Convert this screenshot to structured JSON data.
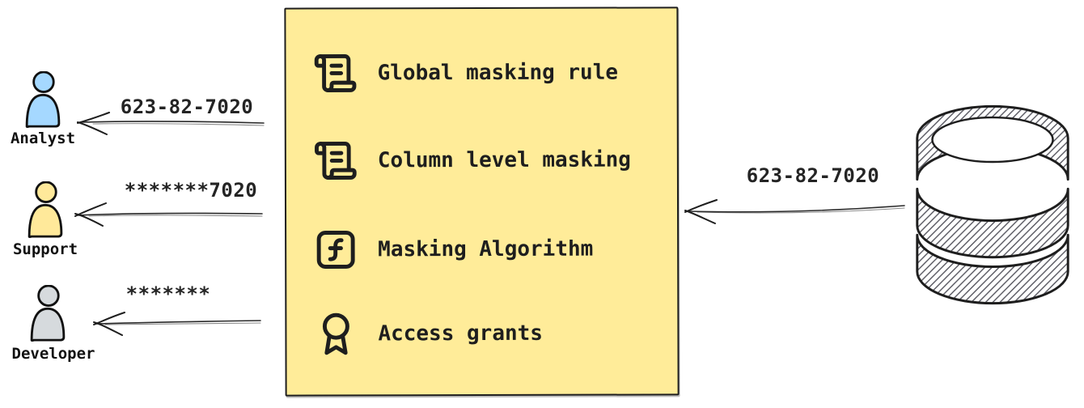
{
  "colors": {
    "box_fill": "#ffec99",
    "stroke": "#1e1e1e",
    "analyst_fill": "#a5d8ff",
    "support_fill": "#ffe99a",
    "developer_fill": "#d6dadd"
  },
  "actors": [
    {
      "name": "Analyst",
      "icon": "person-icon",
      "fill": "#a5d8ff",
      "masked_value": "623-82-7020"
    },
    {
      "name": "Support",
      "icon": "person-icon",
      "fill": "#ffe99a",
      "masked_value": "*******7020"
    },
    {
      "name": "Developer",
      "icon": "person-icon",
      "fill": "#d6dadd",
      "masked_value": "*******"
    }
  ],
  "masking_box": {
    "fill": "#ffec99",
    "items": [
      {
        "icon": "scroll-text-icon",
        "label": "Global masking rule"
      },
      {
        "icon": "scroll-text-icon",
        "label": "Column level masking"
      },
      {
        "icon": "square-function-icon",
        "label": "Masking Algorithm"
      },
      {
        "icon": "award-icon",
        "label": "Access grants"
      }
    ]
  },
  "database": {
    "icon": "database-icon",
    "value": "623-82-7020"
  }
}
